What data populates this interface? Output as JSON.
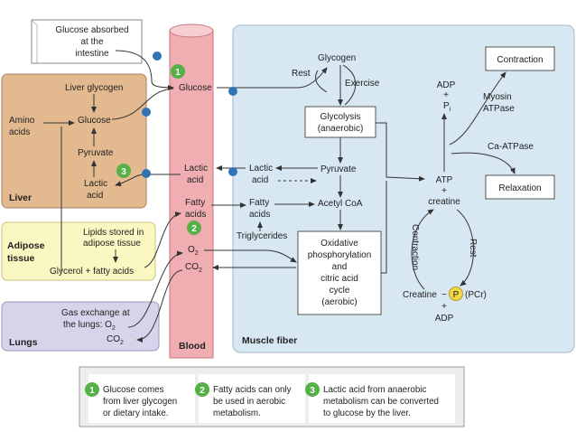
{
  "colors": {
    "liver": "#e3b98f",
    "adipose": "#fbf7c2",
    "lungs": "#d8d3ea",
    "blood": "#f0aeb3",
    "muscle": "#d7e8f3",
    "badge": "#55b046",
    "node_dot": "#2f74b5",
    "pcr": "#f3d94a"
  },
  "top_note": [
    "Glucose absorbed",
    "at the",
    "intestine"
  ],
  "liver": {
    "title": "Liver",
    "liver_glycogen": "Liver glycogen",
    "amino_acids": [
      "Amino",
      "acids"
    ],
    "glucose": "Glucose",
    "pyruvate": "Pyruvate",
    "lactic_acid": [
      "Lactic",
      "acid"
    ]
  },
  "adipose": {
    "title": [
      "Adipose",
      "tissue"
    ],
    "lipids_stored": [
      "Lipids stored in",
      "adipose tissue"
    ],
    "glycerol": "Glycerol + fatty acids"
  },
  "lungs": {
    "title": "Lungs",
    "gas_exchange": "Gas exchange at",
    "at_lungs": "the lungs: O",
    "o2_sub": "2",
    "co2": "CO",
    "co2_sub": "2"
  },
  "blood": {
    "title": "Blood",
    "glucose": "Glucose",
    "lactic_acid": [
      "Lactic",
      "acid"
    ],
    "fatty_acids": [
      "Fatty",
      "acids"
    ],
    "o2": "O",
    "o2_sub": "2",
    "co2": "CO",
    "co2_sub": "2"
  },
  "muscle": {
    "title": "Muscle fiber",
    "glycogen": "Glycogen",
    "rest": "Rest",
    "exercise": "Exercise",
    "glycolysis": [
      "Glycolysis",
      "(anaerobic)"
    ],
    "pyruvate": "Pyruvate",
    "lactic_acid": [
      "Lactic",
      "acid"
    ],
    "fatty_acids": [
      "Fatty",
      "acids"
    ],
    "acetyl_coa": "Acetyl CoA",
    "triglycerides": "Triglycerides",
    "oxidative": [
      "Oxidative",
      "phosphorylation",
      "and",
      "citric acid",
      "cycle",
      "(aerobic)"
    ],
    "adp_pi": [
      "ADP",
      "+",
      "P"
    ],
    "pi_sub": "i",
    "myosin": [
      "Myosin",
      "ATPase"
    ],
    "ca_atpase": "Ca-ATPase",
    "contraction_box": "Contraction",
    "relaxation_box": "Relaxation",
    "atp_creatine": [
      "ATP",
      "+",
      "creatine"
    ],
    "contraction_vertical": "Contraction",
    "rest_vertical": "Rest",
    "creatine": "Creatine",
    "tilde": "~",
    "p": "P",
    "pcr": "(PCr)",
    "plus": "+",
    "adp": "ADP"
  },
  "badges": [
    "1",
    "2",
    "3"
  ],
  "key": [
    {
      "num": "1",
      "lines": [
        "Glucose comes",
        "from liver glycogen",
        "or dietary intake."
      ]
    },
    {
      "num": "2",
      "lines": [
        "Fatty acids can only",
        "be used in aerobic",
        "metabolism."
      ]
    },
    {
      "num": "3",
      "lines": [
        "Lactic acid from anaerobic",
        "metabolism can be converted",
        "to glucose by the liver."
      ]
    }
  ]
}
